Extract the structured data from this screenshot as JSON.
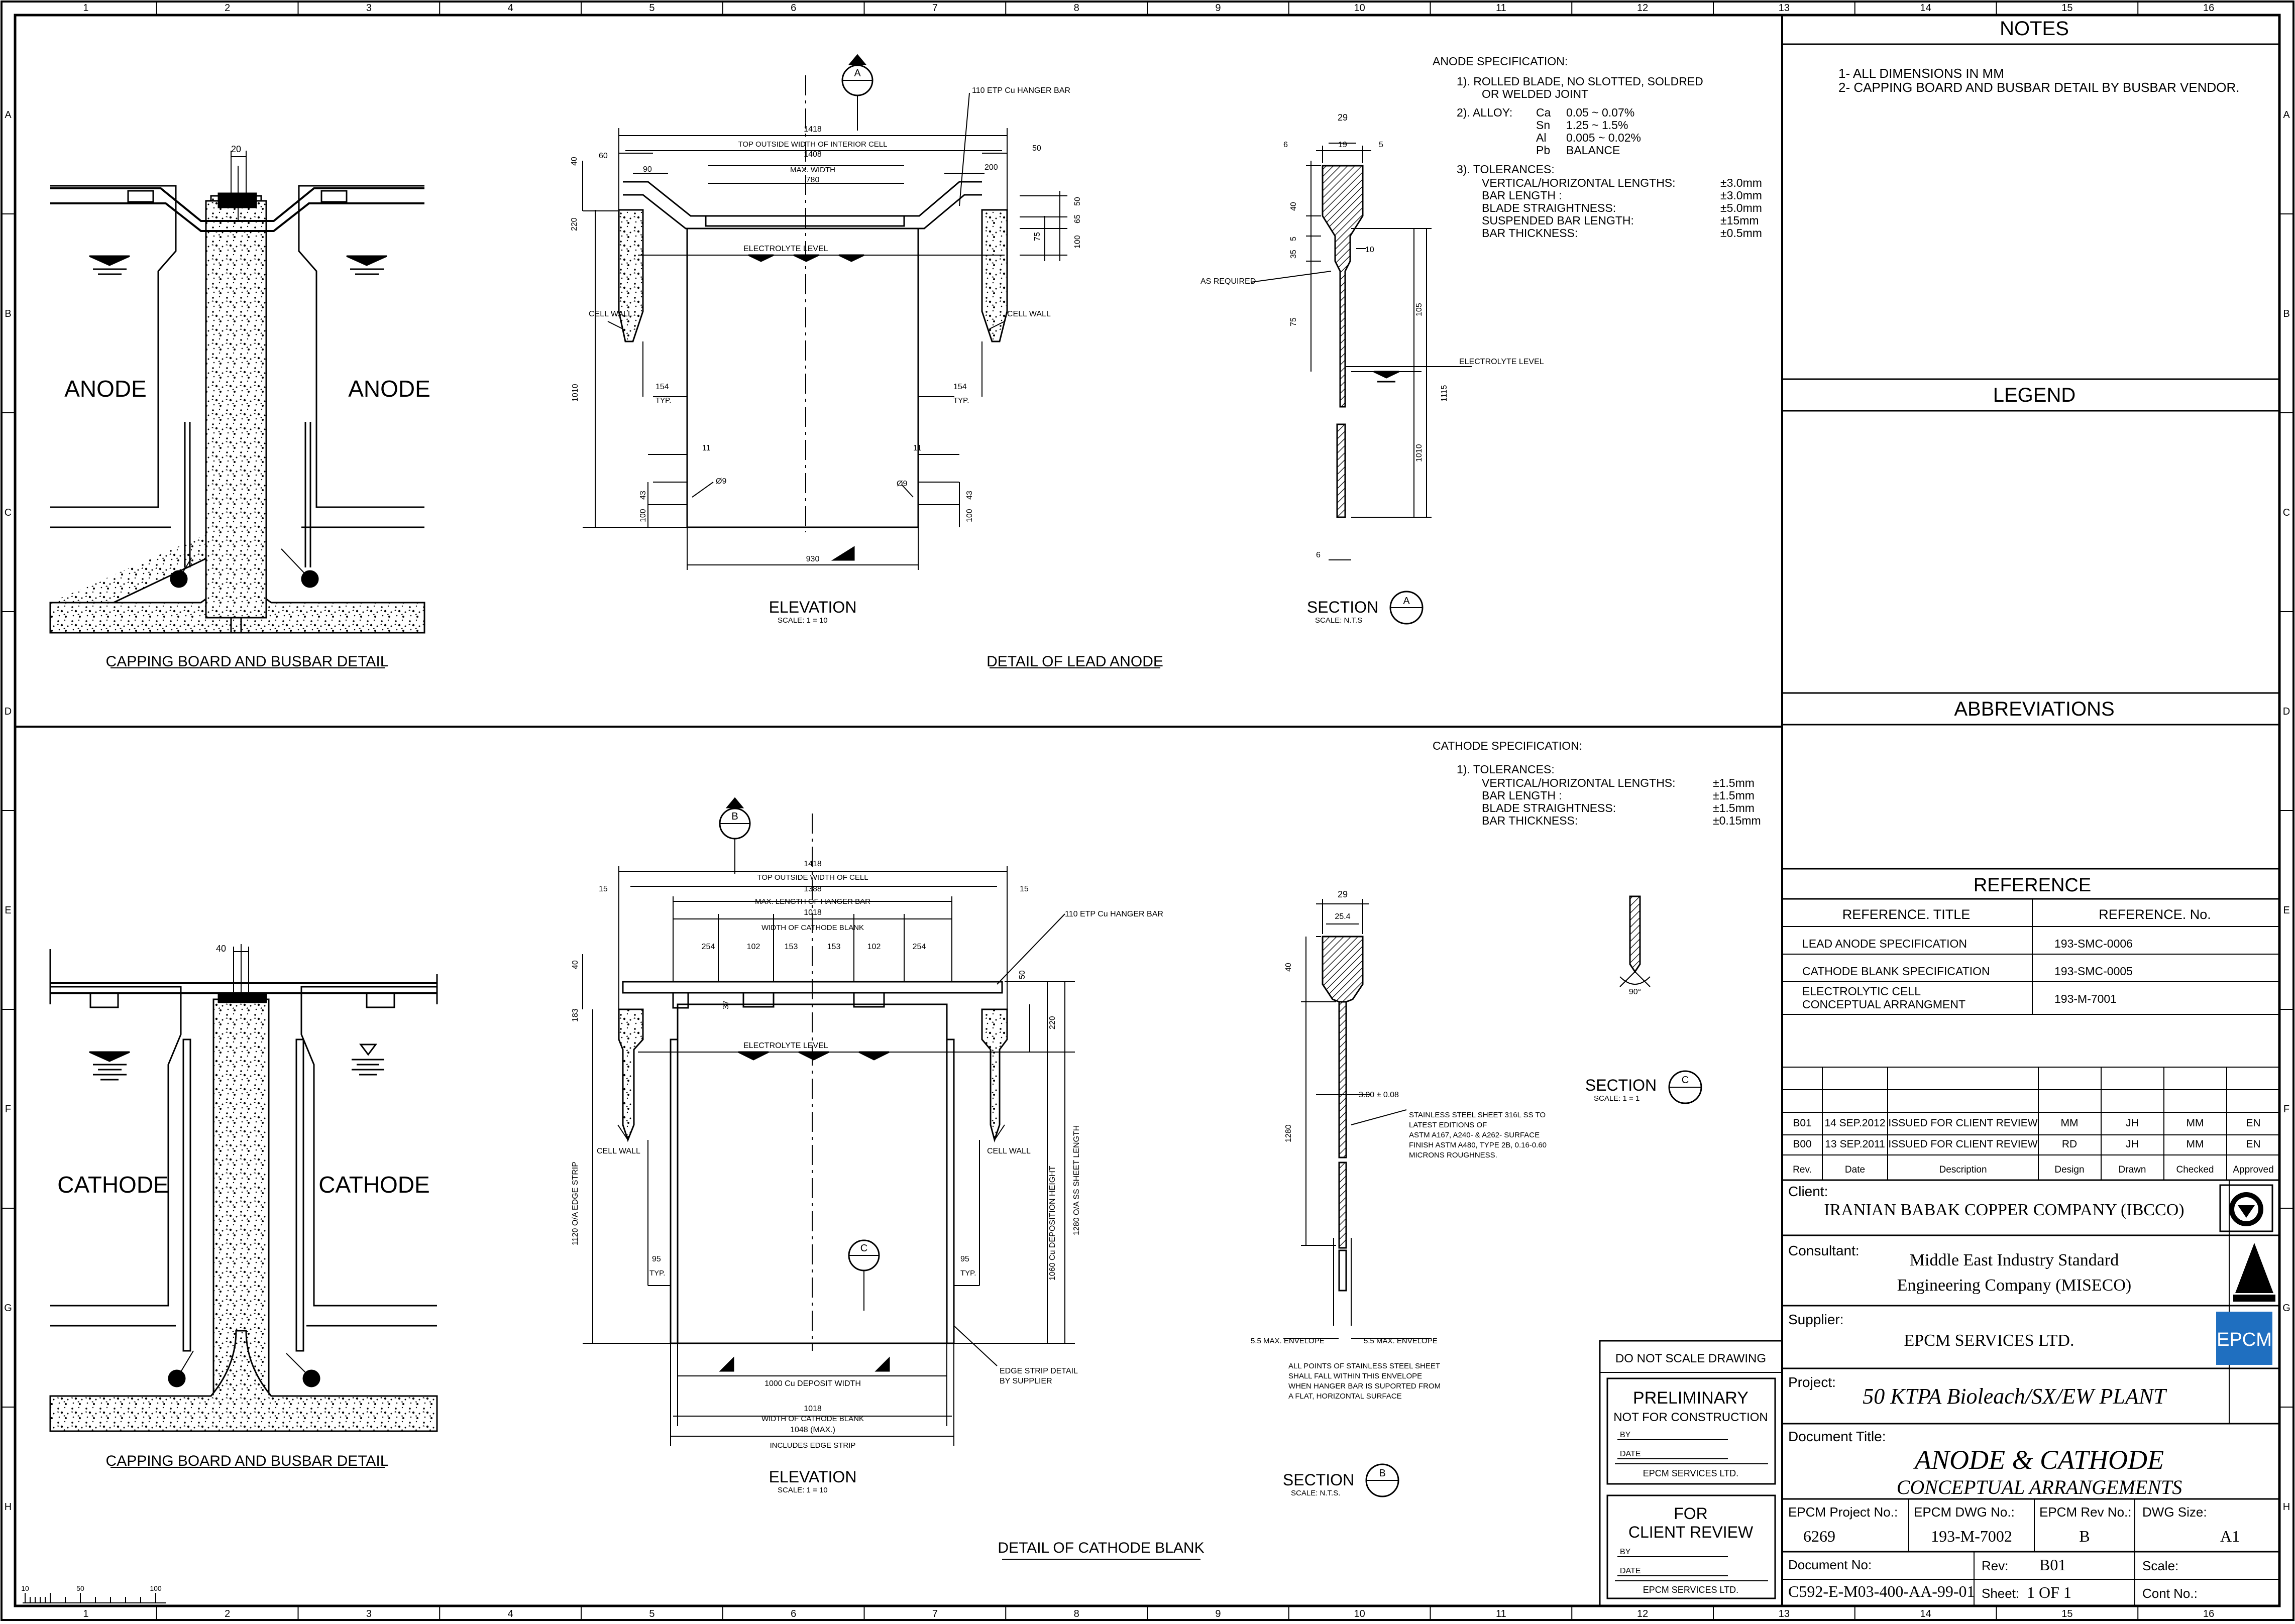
{
  "grid": {
    "columns": [
      "1",
      "2",
      "3",
      "4",
      "5",
      "6",
      "7",
      "8",
      "9",
      "10",
      "11",
      "12",
      "13",
      "14",
      "15",
      "16"
    ],
    "rows": [
      "A",
      "B",
      "C",
      "D",
      "E",
      "F",
      "G",
      "H"
    ]
  },
  "anode_section": {
    "capping_title": "CAPPING BOARD AND BUSBAR DETAIL",
    "left_label": "ANODE",
    "right_label": "ANODE",
    "capping_dim": "20",
    "detail_title": "DETAIL OF LEAD ANODE",
    "elevation_title": "ELEVATION",
    "elevation_scale": "SCALE: 1 = 10",
    "section_title": "SECTION",
    "section_scale": "SCALE: N.T.S",
    "section_mark": "A",
    "hanger_bar": "110 ETP Cu HANGER BAR",
    "electrolyte_level": "ELECTROLYTE LEVEL",
    "cell_wall": "CELL WALL",
    "as_required": "AS REQUIRED",
    "typ": "TYP.",
    "hole": "Ø9",
    "dims": {
      "d1418": "1418",
      "top_outside": "TOP OUTSIDE WIDTH OF INTERIOR CELL",
      "d1408": "1408",
      "max_width": "MAX. WIDTH",
      "d780": "780",
      "d60": "60",
      "d50": "50",
      "d90": "90",
      "d200": "200",
      "d40": "40",
      "d220": "220",
      "d1010": "1010",
      "d154": "154",
      "d11": "11",
      "d100": "100",
      "d43": "43",
      "d930": "930",
      "d65": "65",
      "d75": "75",
      "s29": "29",
      "s6": "6",
      "s19": "19",
      "s5": "5",
      "s40": "40",
      "s35": "35",
      "s10": "10",
      "s75": "75",
      "s105": "105",
      "s1115": "1115",
      "s1010": "1010",
      "s6b": "6"
    }
  },
  "anode_spec": {
    "title": "ANODE SPECIFICATION:",
    "item1": "1).  ROLLED BLADE, NO SLOTTED, SOLDRED",
    "item1b": "OR WELDED JOINT",
    "item2": "2).  ALLOY:",
    "alloy": [
      {
        "el": "Ca",
        "val": "0.05  ~  0.07%"
      },
      {
        "el": "Sn",
        "val": "1.25  ~  1.5%"
      },
      {
        "el": "Al",
        "val": "0.005  ~  0.02%"
      },
      {
        "el": "Pb",
        "val": "BALANCE"
      }
    ],
    "item3": "3).  TOLERANCES:",
    "tolerances": [
      {
        "name": "VERTICAL/HORIZONTAL LENGTHS:",
        "val": "±3.0mm"
      },
      {
        "name": "BAR LENGTH :",
        "val": "±3.0mm"
      },
      {
        "name": "BLADE STRAIGHTNESS:",
        "val": "±5.0mm"
      },
      {
        "name": "SUSPENDED BAR LENGTH:",
        "val": "±15mm"
      },
      {
        "name": "BAR THICKNESS:",
        "val": "±0.5mm"
      }
    ]
  },
  "cathode_section": {
    "capping_title": "CAPPING BOARD AND BUSBAR DETAIL",
    "left_label": "CATHODE",
    "right_label": "CATHODE",
    "capping_dim": "40",
    "detail_title": "DETAIL OF CATHODE BLANK",
    "elevation_title": "ELEVATION",
    "elevation_scale": "SCALE: 1 = 10",
    "section_b_title": "SECTION",
    "section_b_scale": "SCALE: N.T.S.",
    "section_b_mark": "B",
    "section_c_title": "SECTION",
    "section_c_scale": "SCALE: 1 = 1",
    "section_c_mark": "C",
    "hanger_bar": "110 ETP Cu HANGER BAR",
    "electrolyte_level": "ELECTROLYTE LEVEL",
    "cell_wall": "CELL WALL",
    "typ": "TYP.",
    "edge_strip_note1": "EDGE STRIP DETAIL",
    "edge_strip_note2": "BY SUPPLIER",
    "steel_note": [
      "STAINLESS STEEL SHEET 316L SS TO",
      "LATEST EDITIONS OF",
      "ASTM A167, A240- & A262- SURFACE",
      "FINISH ASTM A480, TYPE 2B, 0.16-0.60",
      "MICRONS ROUGHNESS."
    ],
    "envelope_note": [
      "ALL POINTS OF STAINLESS STEEL SHEET",
      "SHALL FALL WITHIN THIS ENVELOPE",
      "WHEN HANGER BAR IS SUPORTED FROM",
      "A FLAT, HORIZONTAL SURFACE"
    ],
    "env_left": "5.5 MAX. ENVELOPE",
    "env_right": "5.5 MAX. ENVELOPE",
    "dims": {
      "d1418": "1418",
      "top_outside": "TOP OUTSIDE WIDTH OF CELL",
      "d1388": "1388",
      "max_length": "MAX. LENGTH OF HANGER BAR",
      "d1018": "1018",
      "width_blank": "WIDTH OF CATHODE BLANK",
      "d15": "15",
      "d254": "254",
      "d102": "102",
      "d153": "153",
      "d40": "40",
      "d183": "183",
      "d37": "37",
      "d50": "50",
      "d220": "220",
      "d1120": "1120 O/A EDGE STRIP",
      "d1060": "1060 Cu DEPOSITION HEIGHT",
      "d1280": "1280 O/A SS SHEET LENGTH",
      "d95": "95",
      "deposit": "1000 Cu DEPOSIT WIDTH",
      "d1018b": "1018",
      "width_blank2": "WIDTH OF CATHODE BLANK",
      "d1048": "1048 (MAX.)",
      "incl_edge": "INCLUDES EDGE STRIP",
      "s29": "29",
      "s25": "25.4",
      "s40": "40",
      "s1280": "1280",
      "thick": "3.00 ± 0.08",
      "angle": "90°"
    }
  },
  "cathode_spec": {
    "title": "CATHODE SPECIFICATION:",
    "item1": "1).  TOLERANCES:",
    "tolerances": [
      {
        "name": "VERTICAL/HORIZONTAL LENGTHS:",
        "val": "±1.5mm"
      },
      {
        "name": "BAR LENGTH :",
        "val": "±1.5mm"
      },
      {
        "name": "BLADE STRAIGHTNESS:",
        "val": "±1.5mm"
      },
      {
        "name": "BAR THICKNESS:",
        "val": "±0.15mm"
      }
    ]
  },
  "notes": {
    "title": "NOTES",
    "items": [
      "1- ALL DIMENSIONS IN MM",
      "2- CAPPING BOARD AND BUSBAR DETAIL BY BUSBAR VENDOR."
    ]
  },
  "legend": {
    "title": "LEGEND"
  },
  "abbreviations": {
    "title": "ABBREVIATIONS"
  },
  "reference": {
    "title": "REFERENCE",
    "col_title": "REFERENCE. TITLE",
    "col_no": "REFERENCE. No.",
    "rows": [
      {
        "title": "LEAD ANODE SPECIFICATION",
        "title2": "",
        "no": "193-SMC-0006"
      },
      {
        "title": "CATHODE BLANK SPECIFICATION",
        "title2": "",
        "no": "193-SMC-0005"
      },
      {
        "title": "ELECTROLYTIC CELL",
        "title2": "CONCEPTUAL ARRANGMENT",
        "no": "193-M-7001"
      }
    ]
  },
  "revisions": {
    "headers": [
      "Rev.",
      "Date",
      "Description",
      "Design",
      "Drawn",
      "Checked",
      "Approved"
    ],
    "rows": [
      [
        "B01",
        "14 SEP.2012",
        "ISSUED FOR CLIENT REVIEW",
        "MM",
        "JH",
        "MM",
        "EN"
      ],
      [
        "B00",
        "13 SEP.2011",
        "ISSUED FOR CLIENT REVIEW",
        "RD",
        "JH",
        "MM",
        "EN"
      ]
    ]
  },
  "title_block": {
    "client_label": "Client:",
    "client": "IRANIAN BABAK COPPER COMPANY (IBCCO)",
    "consultant_label": "Consultant:",
    "consultant1": "Middle East Industry Standard",
    "consultant2": "Engineering Company (MISECO)",
    "supplier_label": "Supplier:",
    "supplier": "EPCM SERVICES LTD.",
    "epcm_logo": "EPCM",
    "project_label": "Project:",
    "project": "50 KTPA Bioleach/SX/EW PLANT",
    "doc_title_label": "Document Title:",
    "doc_title1": "ANODE & CATHODE",
    "doc_title2": "CONCEPTUAL ARRANGEMENTS",
    "proj_no_label": "EPCM Project No.:",
    "proj_no": "6269",
    "dwg_no_label": "EPCM DWG No.:",
    "dwg_no": "193-M-7002",
    "rev_no_label": "EPCM Rev No.:",
    "rev_no": "B",
    "dwg_size_label": "DWG Size:",
    "dwg_size": "A1",
    "doc_no_label": "Document No:",
    "doc_no": "C592-E-M03-400-AA-99-01",
    "rev_label": "Rev:",
    "rev": "B01",
    "scale_label": "Scale:",
    "scale": "",
    "sheet_label": "Sheet:",
    "sheet": "1 OF 1",
    "cont_label": "Cont No.:",
    "cont": ""
  },
  "stamps": {
    "no_scale": "DO NOT SCALE DRAWING",
    "prelim_title": "PRELIMINARY",
    "prelim_sub": "NOT FOR CONSTRUCTION",
    "by": "BY",
    "date": "DATE",
    "company": "EPCM SERVICES LTD.",
    "review1": "FOR",
    "review2": "CLIENT REVIEW"
  },
  "scale_bar": {
    "labels": [
      "10",
      "50",
      "100"
    ]
  }
}
